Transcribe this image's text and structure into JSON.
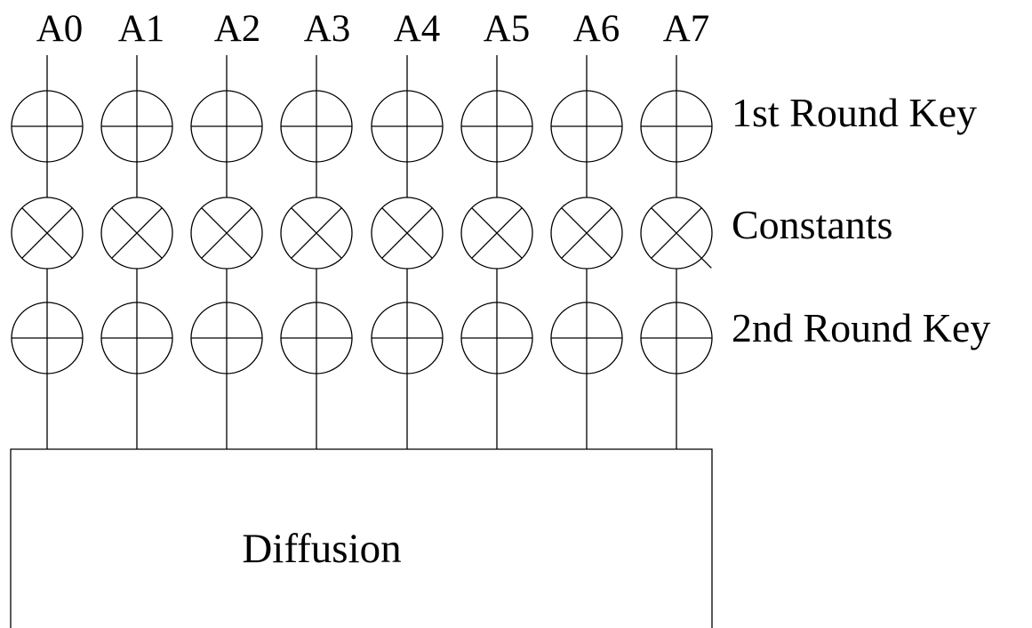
{
  "inputs": [
    "A0",
    "A1",
    "A2",
    "A3",
    "A4",
    "A5",
    "A6",
    "A7"
  ],
  "rows": [
    {
      "label": "1st Round Key",
      "operator": "xor-plus"
    },
    {
      "label": "Constants",
      "operator": "multiply-cross"
    },
    {
      "label": "2nd Round Key",
      "operator": "xor-plus"
    }
  ],
  "block": {
    "label": "Diffusion"
  },
  "colors": {
    "stroke": "#000000",
    "background": "#ffffff"
  }
}
